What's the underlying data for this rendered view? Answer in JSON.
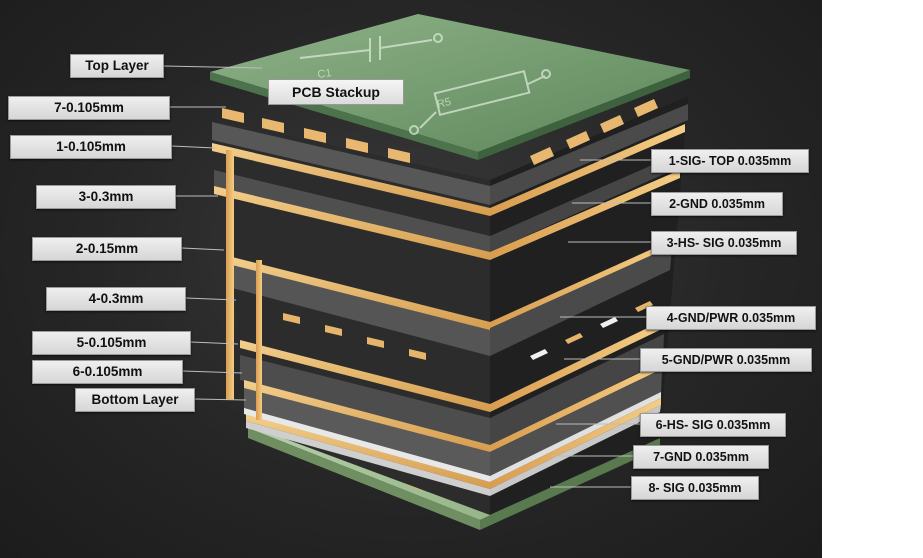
{
  "title": "PCB Stackup",
  "left_labels": [
    "Top Layer",
    "7-0.105mm",
    "1-0.105mm",
    "3-0.3mm",
    "2-0.15mm",
    "4-0.3mm",
    "5-0.105mm",
    "6-0.105mm",
    "Bottom Layer"
  ],
  "right_labels": [
    "1-SIG- TOP 0.035mm",
    "2-GND 0.035mm",
    "3-HS- SIG 0.035mm",
    "4-GND/PWR 0.035mm",
    "5-GND/PWR 0.035mm",
    "6-HS- SIG 0.035mm",
    "7-GND 0.035mm",
    "8- SIG 0.035mm"
  ],
  "silkscreen": [
    "C1",
    "R5"
  ],
  "colors": {
    "background": "#262626",
    "copper": "#e9b870",
    "core": "#2b2b2b",
    "prepreg": "#555555",
    "top_mask": "#7fa47a",
    "bottom_mask": "#9ab58f",
    "label_bg": "#e3e3e3"
  }
}
